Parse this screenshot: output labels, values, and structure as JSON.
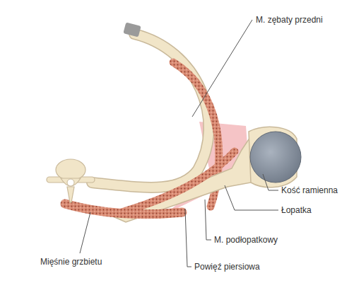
{
  "diagram": {
    "labels": [
      "M. zębaty przedni",
      "Kość ramienna",
      "Łopatka",
      "M. podłopatkowy",
      "Powięź piersiowa",
      "Mięśnie grzbietu"
    ]
  }
}
